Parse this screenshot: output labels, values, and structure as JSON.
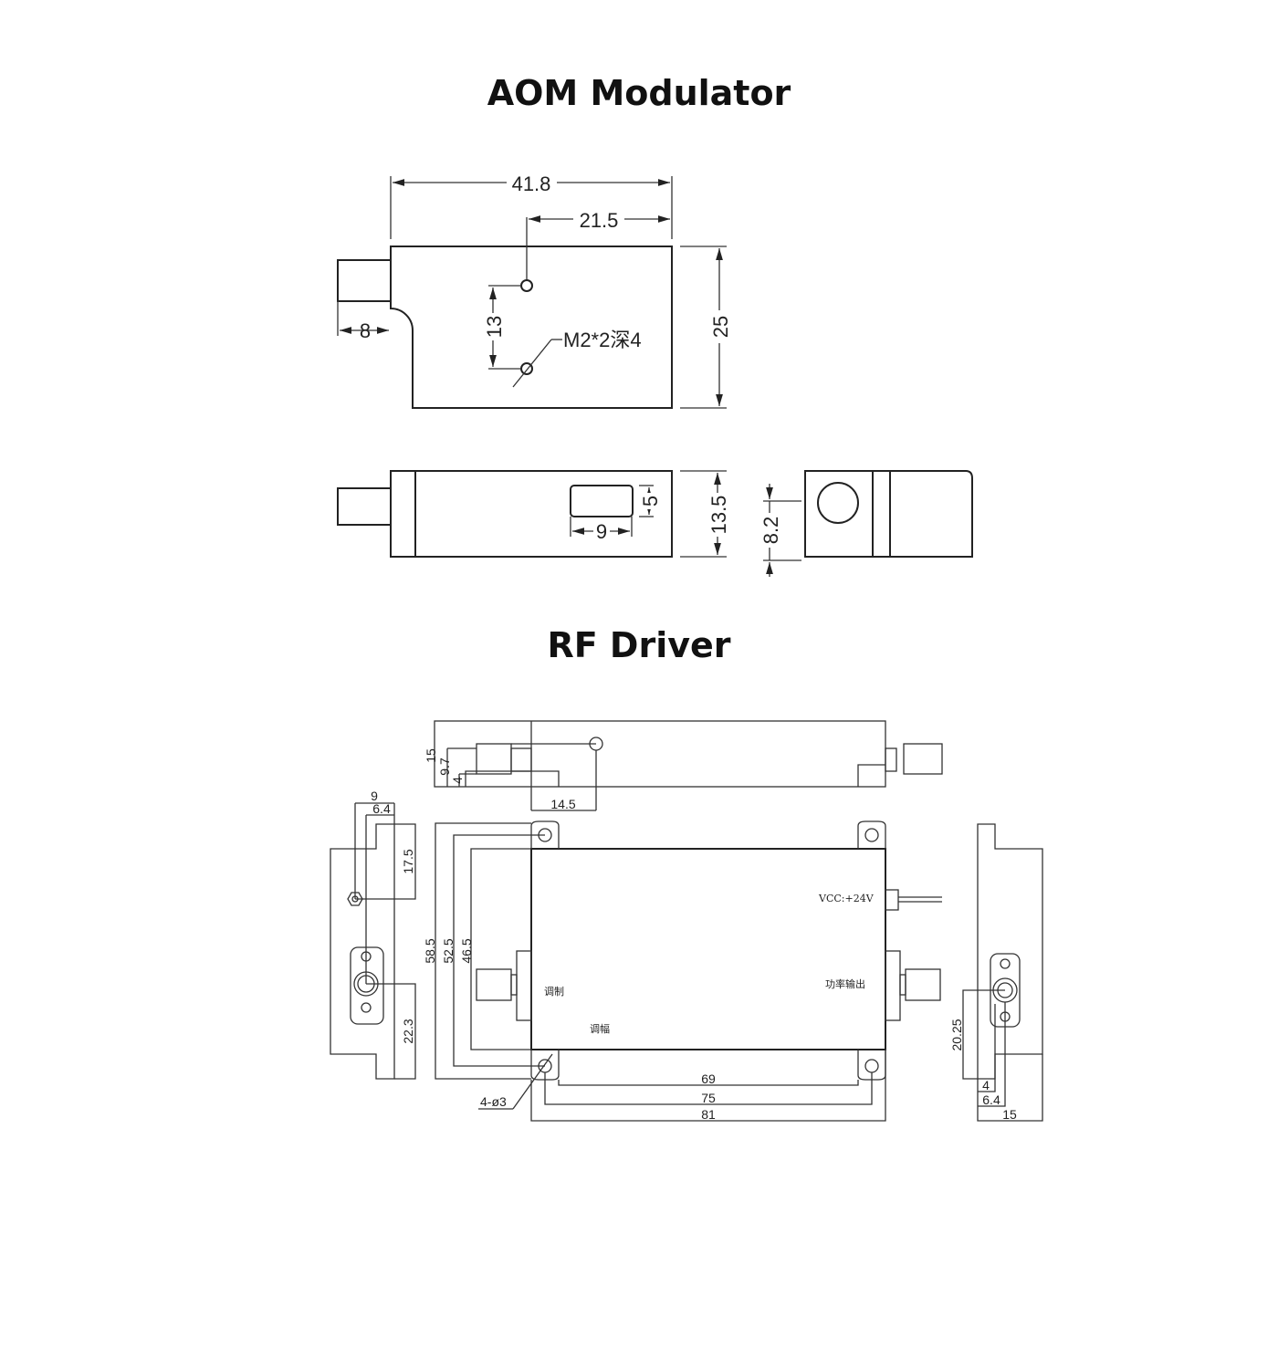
{
  "aom": {
    "title": "AOM Modulator",
    "dims": {
      "length": "41.8",
      "hole_offset": "21.5",
      "connector": "8",
      "hole_spacing": "13",
      "height": "25",
      "thread_note": "M2*2深4",
      "thickness": "13.5",
      "window_h": "5",
      "window_w": "9",
      "aperture_height": "8.2"
    }
  },
  "rf": {
    "title": "RF Driver",
    "dims": {
      "h15": "15",
      "h9_7": "9.7",
      "h4": "4",
      "d14_5": "14.5",
      "w9": "9",
      "w6_4": "6.4",
      "d17_5": "17.5",
      "d22_3": "22.3",
      "d58_5": "58.5",
      "d52_5": "52.5",
      "d46_5": "46.5",
      "d69": "69",
      "d75": "75",
      "d81": "81",
      "holes": "4-ø3",
      "d20_25": "20.25",
      "r4": "4",
      "r6_4": "6.4",
      "r15": "15"
    },
    "labels": {
      "vcc": "VCC:+24V",
      "modulation": "调制",
      "amplitude": "调幅",
      "power_out": "功率输出"
    }
  }
}
